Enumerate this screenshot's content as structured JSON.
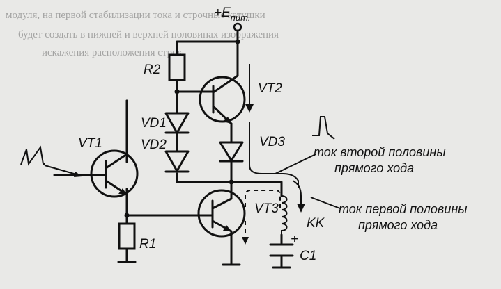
{
  "background_text": {
    "line1": "модуля, на первой стабилизации тока и строчные катушки",
    "line2": "будет создать в нижней и верхней половинах изображения",
    "line3": "искажения расположения строк"
  },
  "supply": {
    "label": "+E",
    "subscript": "пит."
  },
  "components": {
    "vt1": "VT1",
    "vt2": "VT2",
    "vt3": "VT3",
    "r1": "R1",
    "r2": "R2",
    "vd1": "VD1",
    "vd2": "VD2",
    "vd3": "VD3",
    "c1": "C1",
    "kk": "KK",
    "plus": "+"
  },
  "annotations": {
    "second_half_line1": "ток второй половины",
    "second_half_line2": "прямого хода",
    "first_half_line1": "ток первой половины",
    "first_half_line2": "прямого хода"
  },
  "colors": {
    "ink": "#111111",
    "paper": "#e9e9e7"
  }
}
